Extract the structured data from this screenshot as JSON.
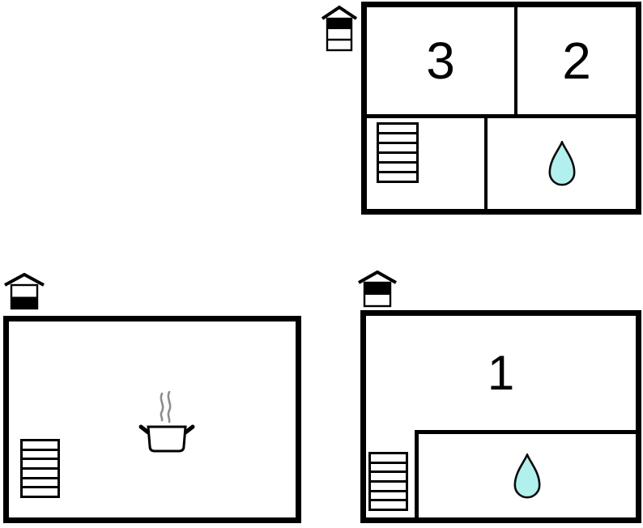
{
  "colors": {
    "wall": "#000000",
    "drop_fill": "#b2f0ee",
    "steam": "#8d8d8d",
    "background": "#ffffff"
  },
  "plans": {
    "upper": {
      "room_labels": [
        "3",
        "2"
      ],
      "level_icon": {
        "name": "house-level-icon",
        "levels": 3,
        "highlighted": "top"
      },
      "features": [
        "stairs-icon",
        "water-drop-icon"
      ]
    },
    "ground": {
      "room_labels": [],
      "level_icon": {
        "name": "house-level-icon",
        "levels": 2,
        "highlighted": "bottom"
      },
      "features": [
        "stairs-icon",
        "cooking-pot-icon"
      ]
    },
    "first": {
      "room_labels": [
        "1"
      ],
      "level_icon": {
        "name": "house-level-icon",
        "levels": 2,
        "highlighted": "top"
      },
      "features": [
        "stairs-icon",
        "water-drop-icon"
      ]
    }
  }
}
